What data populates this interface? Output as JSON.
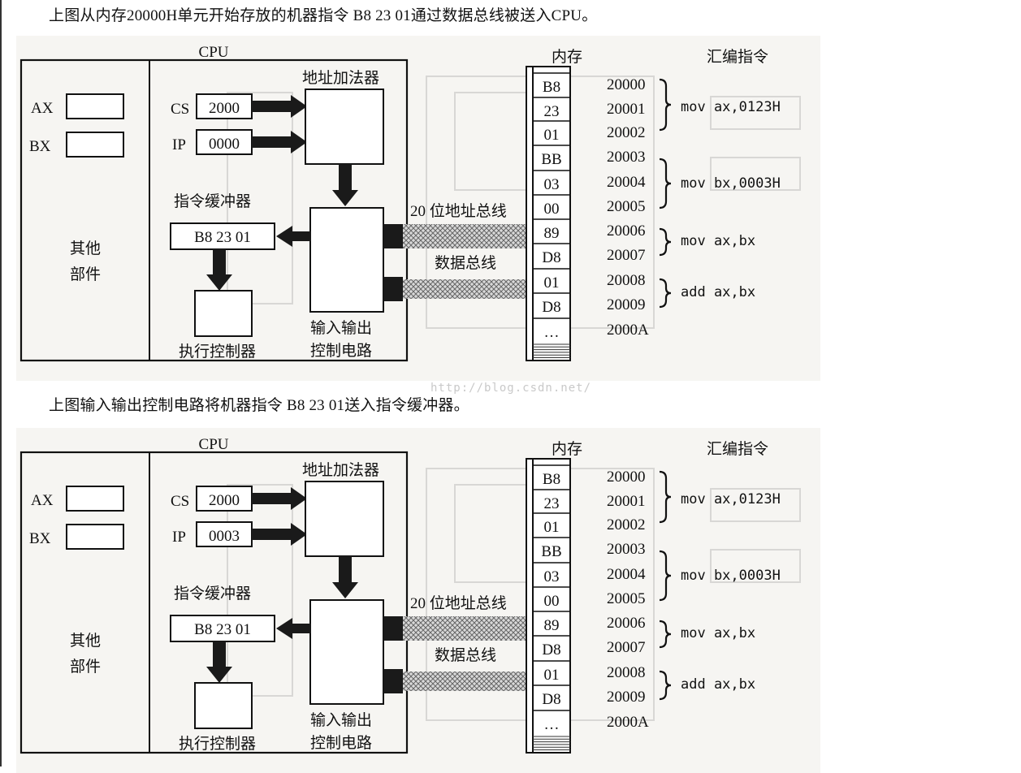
{
  "caption1": "上图从内存20000H单元开始存放的机器指令  B8 23 01通过数据总线被送入CPU。",
  "caption2": "上图输入输出控制电路将机器指令  B8 23 01送入指令缓冲器。",
  "watermark": "http://blog.csdn.net/",
  "diagram": {
    "cpu_label": "CPU",
    "ax_label": "AX",
    "bx_label": "BX",
    "other_parts": [
      "其他",
      "部件"
    ],
    "cs_label": "CS",
    "ip_label": "IP",
    "cs_value": "2000",
    "address_adder": "地址加法器",
    "instruction_buffer": "指令缓冲器",
    "buffer_value": "B8 23 01",
    "exec_control": "执行控制器",
    "io_control": [
      "输入输出",
      "控制电路"
    ],
    "address_bus": "20 位地址总线",
    "data_bus": "数据总线",
    "memory_label": "内存",
    "asm_label": "汇编指令",
    "memory": [
      {
        "data": "B8",
        "addr": "20000"
      },
      {
        "data": "23",
        "addr": "20001"
      },
      {
        "data": "01",
        "addr": "20002"
      },
      {
        "data": "BB",
        "addr": "20003"
      },
      {
        "data": "03",
        "addr": "20004"
      },
      {
        "data": "00",
        "addr": "20005"
      },
      {
        "data": "89",
        "addr": "20006"
      },
      {
        "data": "D8",
        "addr": "20007"
      },
      {
        "data": "01",
        "addr": "20008"
      },
      {
        "data": "D8",
        "addr": "20009"
      },
      {
        "data": "…",
        "addr": "2000A"
      }
    ],
    "instructions": [
      "mov ax,0123H",
      "mov bx,0003H",
      "mov ax,bx",
      "add ax,bx"
    ]
  },
  "figures": [
    {
      "ip_value": "0000"
    },
    {
      "ip_value": "0003"
    }
  ]
}
